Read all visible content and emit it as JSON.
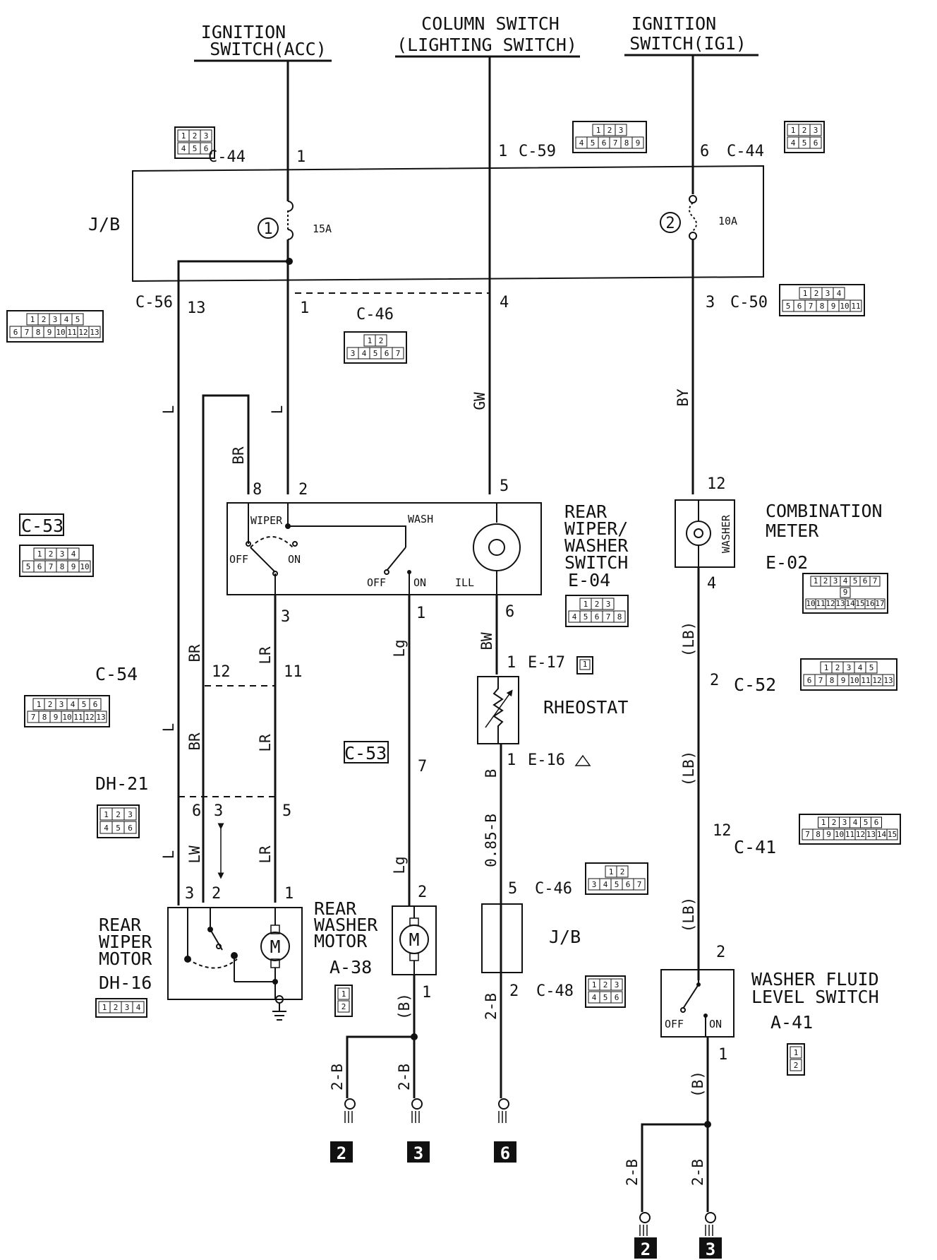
{
  "sources": {
    "acc": [
      "IGNITION",
      "SWITCH(ACC)"
    ],
    "column": [
      "COLUMN SWITCH",
      "(LIGHTING SWITCH)"
    ],
    "ig1": [
      "IGNITION",
      "SWITCH(IG1)"
    ]
  },
  "junction_block": {
    "label": "J/B",
    "fuse1_num": "1",
    "fuse1_rating": "15A",
    "fuse2_num": "2",
    "fuse2_rating": "10A"
  },
  "connectors": {
    "c44_left": "C-44",
    "c44_right": "C-44",
    "c59": "C-59",
    "c56": "C-56",
    "c46_top": "C-46",
    "c50": "C-50",
    "c53_left": "C-53",
    "c53_mid": "C-53",
    "c54": "C-54",
    "dh21": "DH-21",
    "dh16": "DH-16",
    "e17": "E-17",
    "e16": "E-16",
    "c52": "C-52",
    "c41": "C-41",
    "c46_bottom": "C-46",
    "c48": "C-48",
    "a38": "A-38",
    "a41": "A-41",
    "e04": "E-04",
    "e02": "E-02"
  },
  "pins": {
    "acc_top": "1",
    "column_top": "1",
    "ig1_top": "6",
    "c56_13": "13",
    "acc_out": "1",
    "column_out": "4",
    "ig1_out": "3",
    "sw_8": "8",
    "sw_2": "2",
    "sw_5": "5",
    "sw_3": "3",
    "sw_1": "1",
    "sw_6": "6",
    "c54_12": "12",
    "c54_11": "11",
    "dh21_6": "6",
    "dh21_3": "3",
    "dh21_5": "5",
    "motor_3": "3",
    "motor_2": "2",
    "motor_1": "1",
    "c53_7": "7",
    "washer_motor_2": "2",
    "washer_motor_1": "1",
    "e17_1": "1",
    "e16_1": "1",
    "c46_5": "5",
    "c48_2": "2",
    "meter_12": "12",
    "meter_4": "4",
    "c52_2": "2",
    "c41_12": "12",
    "fluid_2": "2",
    "fluid_1": "1"
  },
  "wires": {
    "l1": "L",
    "l2": "L",
    "l3": "L",
    "l4": "L",
    "br1": "BR",
    "br2": "BR",
    "br3": "BR",
    "gw": "GW",
    "by": "BY",
    "lr1": "LR",
    "lr2": "LR",
    "lr3": "LR",
    "lw": "LW",
    "lg1": "Lg",
    "lg2": "Lg",
    "bw": "BW",
    "b1": "B",
    "b085": "0.85-B",
    "lb1": "(LB)",
    "lb2": "(LB)",
    "lb3": "(LB)",
    "b_paren1": "(B)",
    "b_paren2": "(B)",
    "g2b_1": "2-B",
    "g2b_2": "2-B",
    "g2b_3": "2-B",
    "g2b_4": "2-B",
    "g2b_5": "2-B"
  },
  "components": {
    "switch_name": [
      "REAR",
      "WIPER/",
      "WASHER",
      "SWITCH"
    ],
    "switch_wiper": "WIPER",
    "switch_wash": "WASH",
    "switch_off1": "OFF",
    "switch_on1": "ON",
    "switch_off2": "OFF",
    "switch_on2": "ON",
    "switch_ill": "ILL",
    "meter_name": [
      "COMBINATION",
      "METER"
    ],
    "meter_inner": "WASHER",
    "rheostat": "RHEOSTAT",
    "wiper_motor": [
      "REAR",
      "WIPER",
      "MOTOR"
    ],
    "washer_motor": [
      "REAR",
      "WASHER",
      "MOTOR"
    ],
    "jb_lower": "J/B",
    "fluid_switch": [
      "WASHER FLUID",
      "LEVEL SWITCH"
    ],
    "fluid_off": "OFF",
    "fluid_on": "ON",
    "motor_symbol": "M"
  },
  "grounds": [
    "2",
    "3",
    "6",
    "2",
    "3"
  ],
  "connector_faces": {
    "c44": [
      [
        "1",
        "2",
        "3"
      ],
      [
        "4",
        "5",
        "6"
      ]
    ],
    "c59": [
      [
        "1",
        "2",
        "3"
      ],
      [
        "4",
        "5",
        "6",
        "7",
        "8",
        "9"
      ]
    ],
    "c56": [
      [
        "1",
        "2",
        "3",
        "4",
        "5"
      ],
      [
        "6",
        "7",
        "8",
        "9",
        "10",
        "11",
        "12",
        "13"
      ]
    ],
    "c46": [
      [
        "1",
        "2"
      ],
      [
        "3",
        "4",
        "5",
        "6",
        "7"
      ]
    ],
    "c50": [
      [
        "1",
        "2",
        "3",
        "4"
      ],
      [
        "5",
        "6",
        "7",
        "8",
        "9",
        "10",
        "11"
      ]
    ],
    "c53": [
      [
        "1",
        "2",
        "3",
        "4"
      ],
      [
        "5",
        "6",
        "7",
        "8",
        "9",
        "10"
      ]
    ],
    "e04": [
      [
        "1",
        "2",
        "3"
      ],
      [
        "4",
        "5",
        "6",
        "7",
        "8"
      ]
    ],
    "e02": [
      [
        "1",
        "2",
        "3",
        "4",
        "5",
        "6",
        "7"
      ],
      [
        "9"
      ],
      [
        "10",
        "11",
        "12",
        "13",
        "14",
        "15",
        "16",
        "17"
      ]
    ],
    "c52": [
      [
        "1",
        "2",
        "3",
        "4",
        "5"
      ],
      [
        "6",
        "7",
        "8",
        "9",
        "10",
        "11",
        "12",
        "13"
      ]
    ],
    "c54": [
      [
        "1",
        "2",
        "3",
        "4",
        "5",
        "6"
      ],
      [
        "7",
        "8",
        "9",
        "10",
        "11",
        "12",
        "13"
      ]
    ],
    "dh21": [
      [
        "1",
        "2",
        "3"
      ],
      [
        "4",
        "5",
        "6"
      ]
    ],
    "c41": [
      [
        "1",
        "2",
        "3",
        "4",
        "5",
        "6"
      ],
      [
        "7",
        "8",
        "9",
        "10",
        "11",
        "12",
        "13",
        "14",
        "15"
      ]
    ],
    "c48": [
      [
        "1",
        "2",
        "3"
      ],
      [
        "4",
        "5",
        "6"
      ]
    ],
    "dh16": [
      [
        "1",
        "2",
        "3",
        "4"
      ]
    ],
    "a38": [
      [
        "1"
      ],
      [
        "2"
      ]
    ],
    "a41": [
      [
        "1"
      ],
      [
        "2"
      ]
    ],
    "e17": [
      [
        "1"
      ]
    ]
  }
}
